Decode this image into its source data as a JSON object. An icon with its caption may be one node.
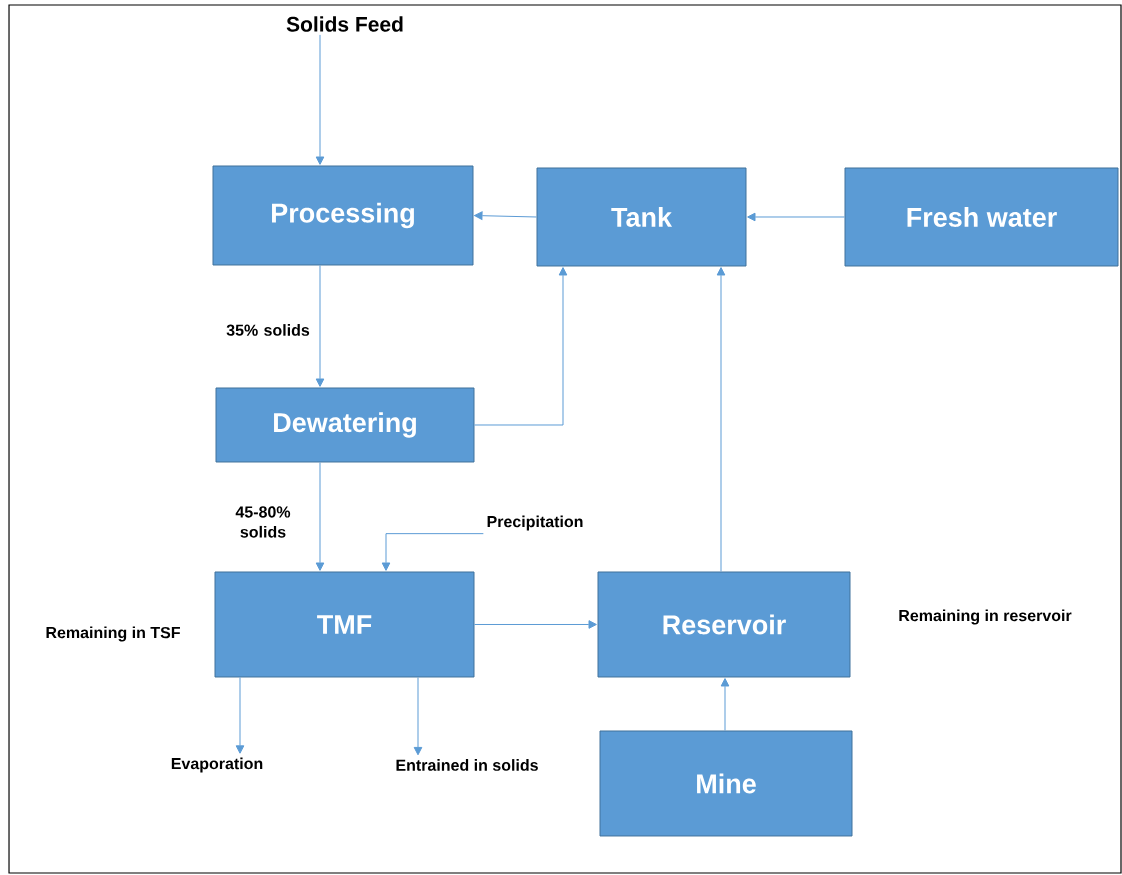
{
  "diagram": {
    "nodes": [
      {
        "text": [
          "Solids Feed"
        ]
      },
      {
        "text": [
          "Processing"
        ]
      },
      {
        "text": [
          "Tank"
        ]
      },
      {
        "text": [
          "Fresh water"
        ]
      },
      {
        "text": [
          "Dewatering"
        ]
      },
      {
        "text": [
          "Precipitation"
        ]
      },
      {
        "text": [
          "TMF"
        ]
      },
      {
        "text": [
          "Reservoir"
        ]
      },
      {
        "text": [
          "Evaporation"
        ]
      },
      {
        "text": [
          "Entrained in solids"
        ]
      },
      {
        "text": [
          "Mine"
        ]
      }
    ],
    "edges": [
      {
        "from": 0,
        "to": 1,
        "arrow": "to"
      },
      {
        "from": 2,
        "to": 1,
        "arrow": "to"
      },
      {
        "from": 3,
        "to": 2,
        "arrow": "to"
      },
      {
        "from": 1,
        "to": 4,
        "arrow": "to",
        "label": "35% solids"
      },
      {
        "from": 4,
        "to": 2,
        "arrow": "to"
      },
      {
        "from": 4,
        "to": 6,
        "arrow": "to",
        "label": "45-80% solids"
      },
      {
        "from": 5,
        "to": 6,
        "arrow": "to"
      },
      {
        "from": 6,
        "to": 7,
        "arrow": "to"
      },
      {
        "from": 7,
        "to": 2,
        "arrow": "to"
      },
      {
        "from": 6,
        "to": 8,
        "arrow": "to"
      },
      {
        "from": 6,
        "to": 9,
        "arrow": "to"
      },
      {
        "from": 10,
        "to": 7,
        "arrow": "to"
      }
    ],
    "labels": [
      "Remaining in TSF",
      "Remaining in reservoir"
    ]
  }
}
